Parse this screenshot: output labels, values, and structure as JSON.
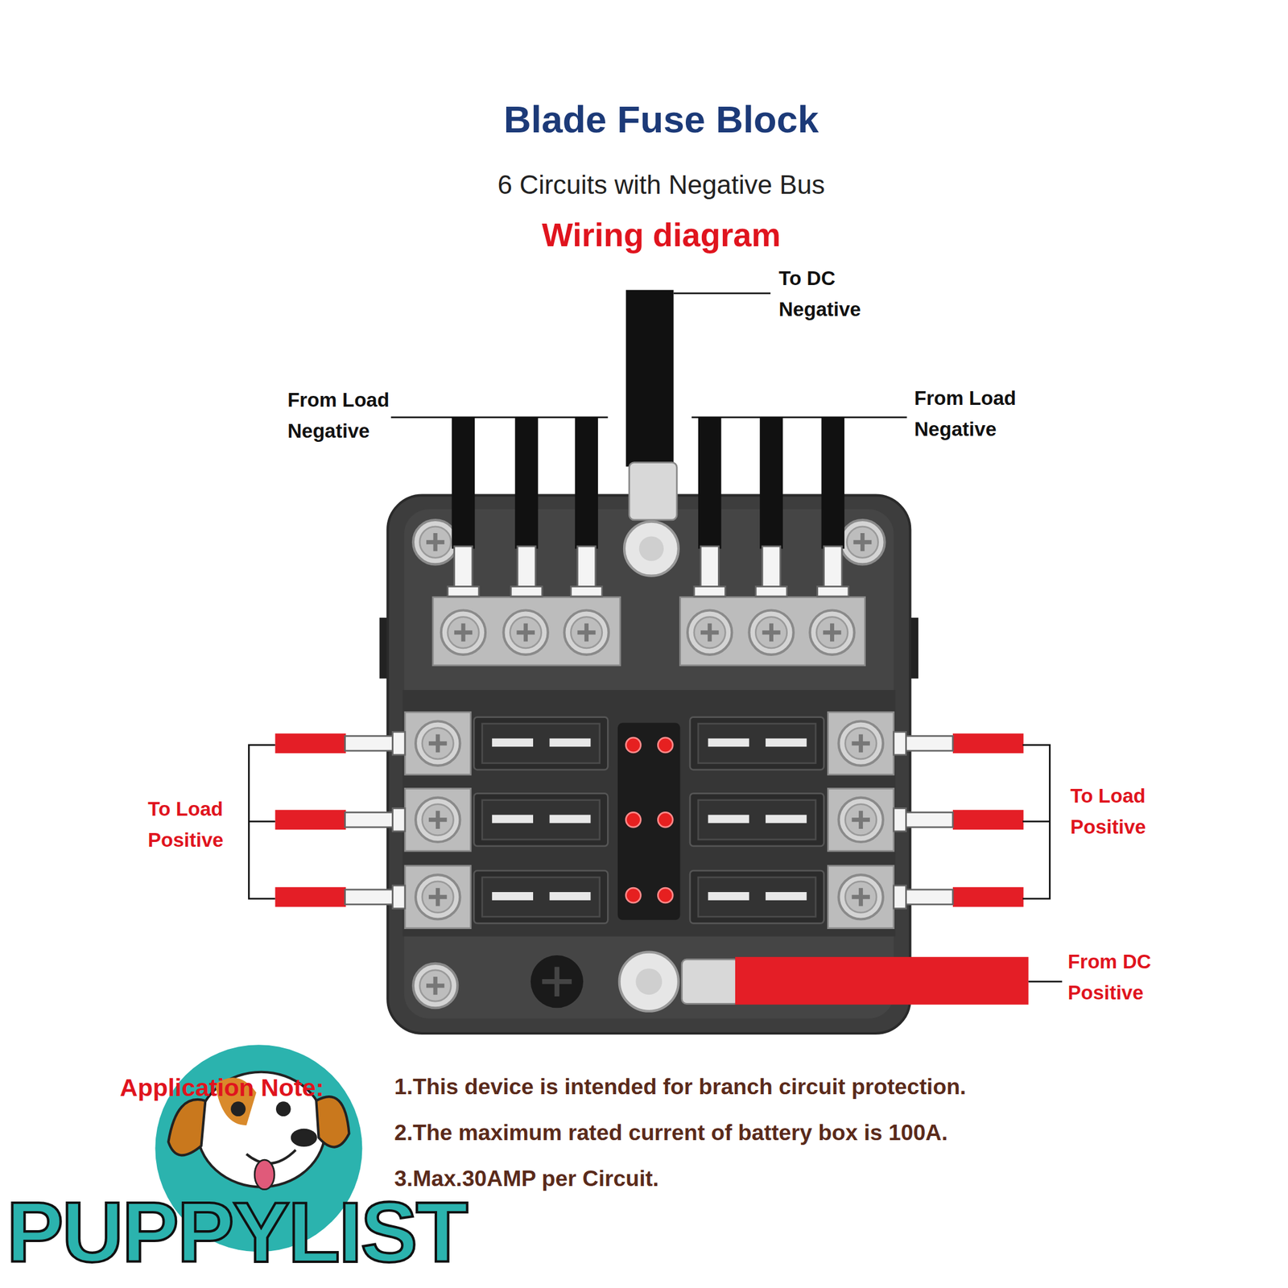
{
  "diagram": {
    "title": "Blade Fuse Block",
    "labels": [
      "6 Circuits with Negative Bus",
      "Wiring diagram",
      "To DC Negative",
      "From Load Negative",
      "From Load Negative",
      "To Load Positive",
      "To Load Positive",
      "From DC Positive",
      "Application Note:",
      "1.This device is intended for branch circuit protection.",
      "2.The maximum rated current of battery box is 100A.",
      "3.Max.30AMP per Circuit.",
      "PUPPYLIST"
    ]
  }
}
